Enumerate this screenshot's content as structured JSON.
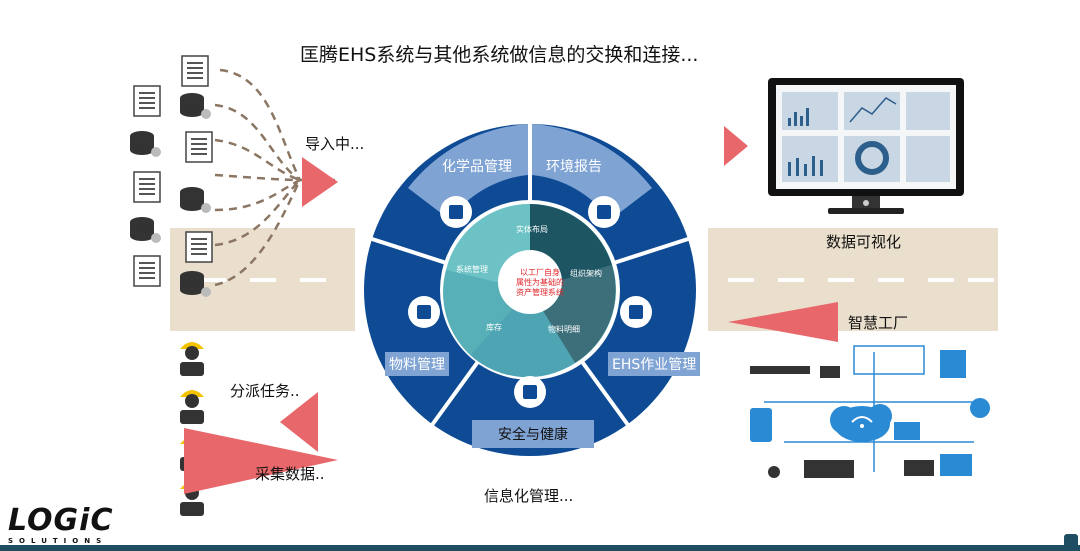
{
  "title": "匡腾EHS系统与其他系统做信息的交换和连接...",
  "left": {
    "import_label": "导入中...",
    "assign_label": "分派任务..",
    "collect_label": "采集数据.."
  },
  "right": {
    "visualization_label": "数据可视化",
    "smart_factory_label": "智慧工厂"
  },
  "bottom": {
    "info_mgmt_label": "信息化管理..."
  },
  "wheel": {
    "outer_segments": [
      "化学品管理",
      "环境报告",
      "EHS作业管理",
      "安全与健康",
      "物料管理"
    ],
    "inner_segments": [
      "实体布局",
      "组织架构",
      "物料明细",
      "库存",
      "系统管理"
    ],
    "center_text": [
      "以工厂自身",
      "属性为基础的",
      "资产管理系统"
    ]
  },
  "logo": {
    "name": "LOGiC",
    "sub": "SOLUTIONS"
  },
  "colors": {
    "wheel_blue": "#0e4b94",
    "wheel_light": "#7fa3d3",
    "teal": "#5bbac0",
    "dark_teal": "#1d5563",
    "arrow_red": "#e8676a",
    "center_red": "#e0282c"
  }
}
